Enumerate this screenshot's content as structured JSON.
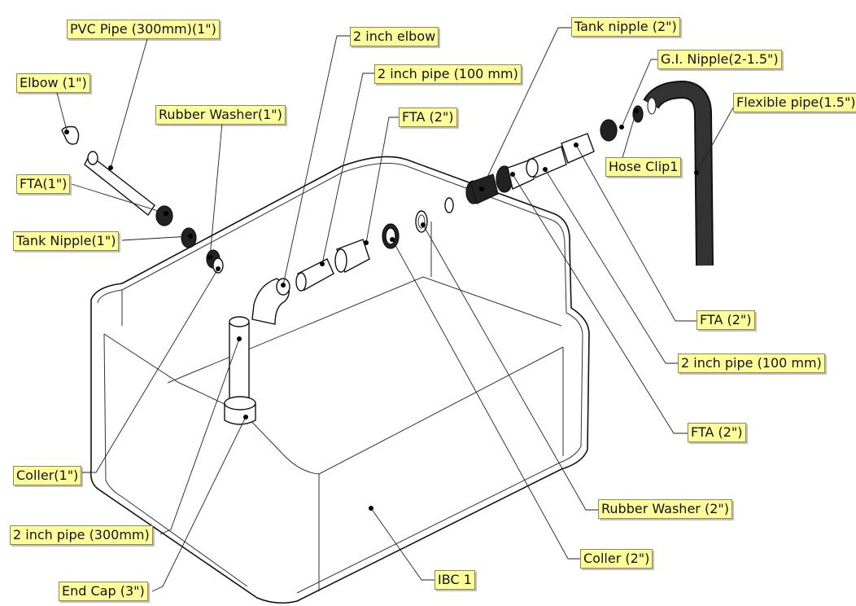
{
  "labels": {
    "pvc_pipe": "PVC Pipe (300mm)(1\")",
    "elbow_1": "Elbow (1\")",
    "rubber_washer_1": "Rubber Washer(1\")",
    "fta_1": "FTA(1\")",
    "tank_nipple_1": "Tank Nipple(1\")",
    "elbow_2": "2 inch elbow",
    "pipe_100_top": "2 inch pipe (100 mm)",
    "fta_2_top": "FTA (2\")",
    "tank_nipple_2": "Tank nipple (2\")",
    "gi_nipple": "G.I. Nipple(2-1.5\")",
    "flexible_pipe": "Flexible pipe(1.5\")",
    "hose_clip": "Hose Clip1",
    "fta_2_right_a": "FTA (2\")",
    "pipe_100_right": "2 inch pipe (100 mm)",
    "fta_2_right_b": "FTA (2\")",
    "rubber_washer_2": "Rubber Washer (2\")",
    "coller_2": "Coller (2\")",
    "ibc": "IBC 1",
    "coller_1": "Coller(1\")",
    "pipe_300": "2 inch pipe (300mm)",
    "end_cap": "End Cap (3\")"
  },
  "colors": {
    "label_fill": "#ffff99",
    "line": "#111111",
    "dark_part": "#222222"
  }
}
